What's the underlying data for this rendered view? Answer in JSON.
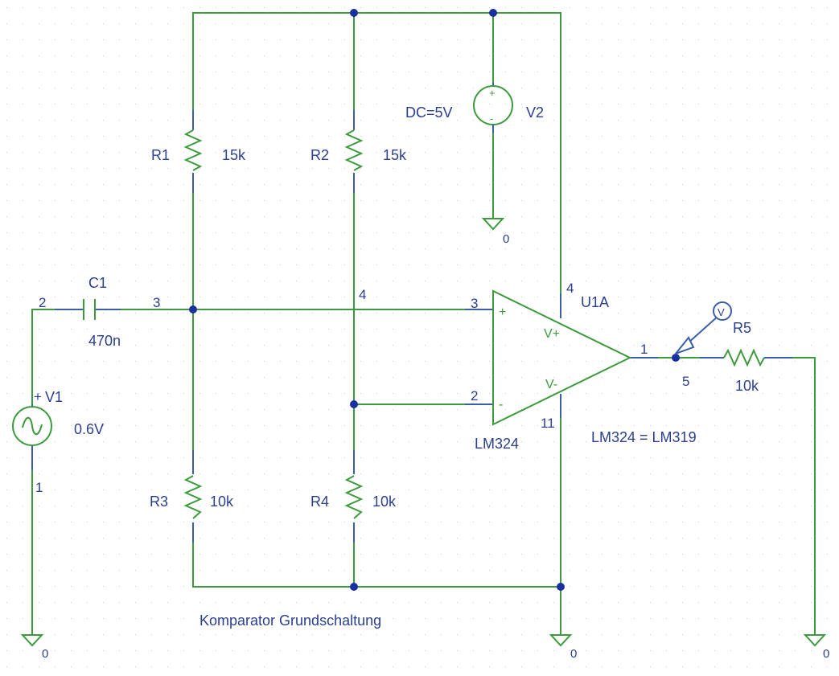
{
  "title": "Komparator Grundschaltung",
  "note": "LM324 = LM319",
  "components": {
    "R1": {
      "ref": "R1",
      "value": "15k"
    },
    "R2": {
      "ref": "R2",
      "value": "15k"
    },
    "R3": {
      "ref": "R3",
      "value": "10k"
    },
    "R4": {
      "ref": "R4",
      "value": "10k"
    },
    "R5": {
      "ref": "R5",
      "value": "10k"
    },
    "C1": {
      "ref": "C1",
      "value": "470n"
    },
    "V1": {
      "ref": "V1",
      "value": "0.6V"
    },
    "V2": {
      "ref": "V2",
      "value": "DC=5V"
    },
    "U1A": {
      "ref": "U1A",
      "value": "LM324",
      "plus": "+",
      "minus": "-",
      "vplus": "V+",
      "vminus": "V-"
    }
  },
  "pins": {
    "u_in_plus": "3",
    "u_in_minus": "2",
    "u_out": "1",
    "u_vplus": "4",
    "u_vminus": "11",
    "v1_plus": "+",
    "v1_node_top": "2",
    "v1_node_bottom": "1",
    "v2_plus": "+",
    "v2_minus": "-"
  },
  "nets": {
    "n_c1_left": "2",
    "n_c1_right": "3",
    "n_r2_mid": "4",
    "n_out": "5"
  },
  "grounds": {
    "g1": "0",
    "g2": "0",
    "g3": "0",
    "g4": "0"
  },
  "probe": {
    "label": "V"
  }
}
